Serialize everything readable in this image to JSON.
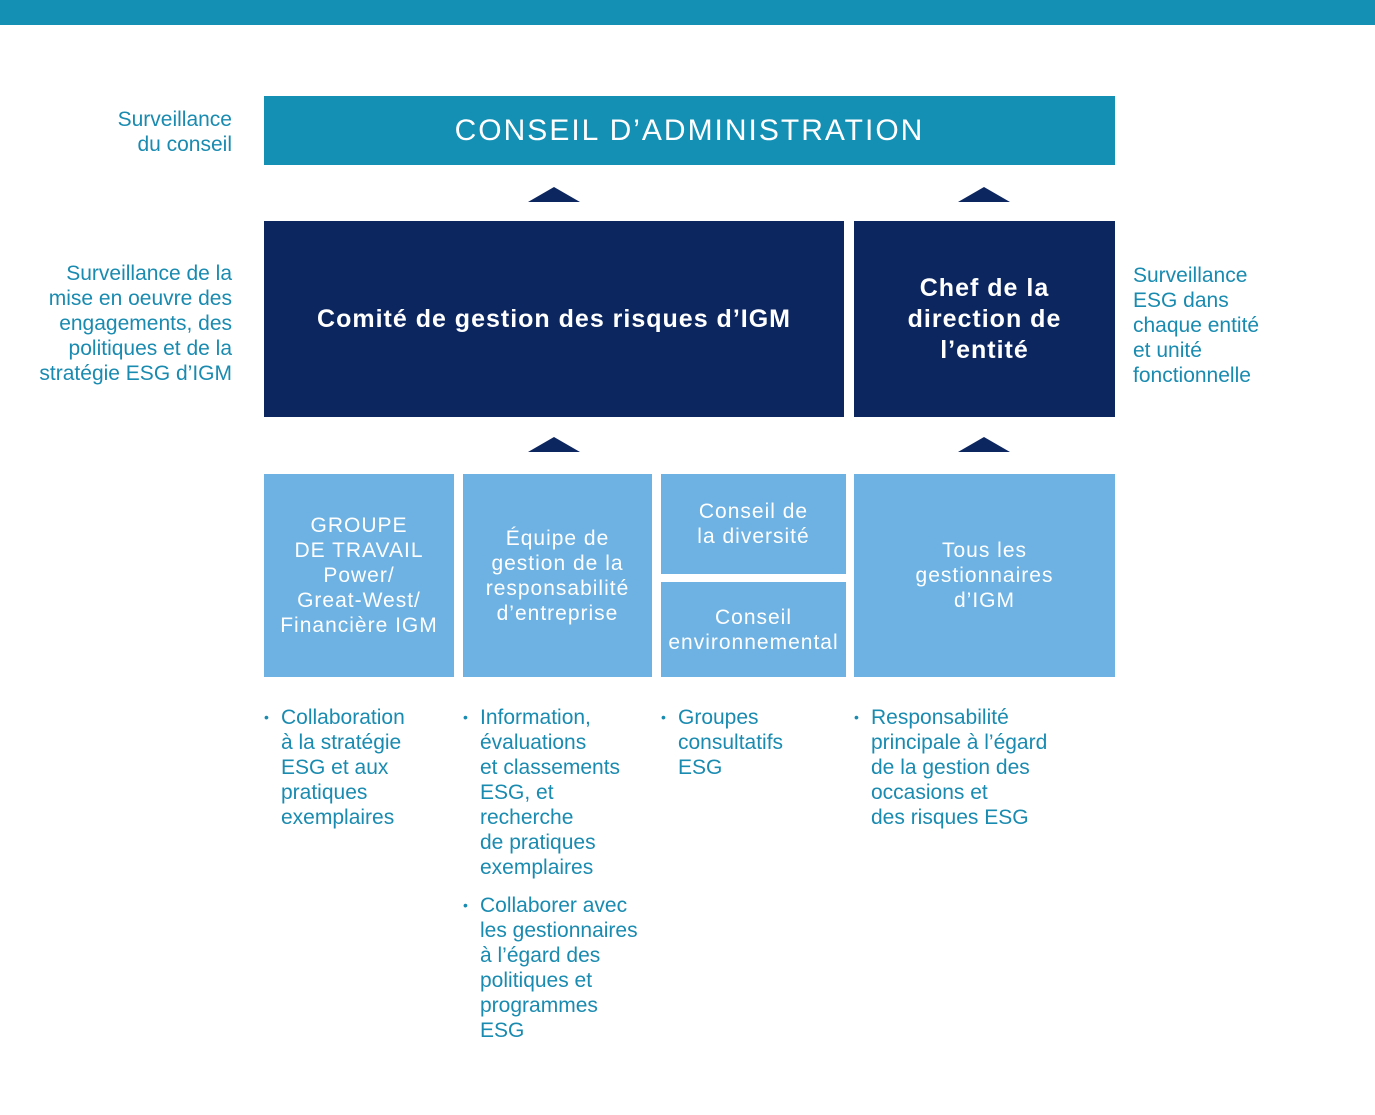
{
  "side_labels": {
    "board_oversight": "Surveillance\ndu conseil",
    "implementation_oversight": "Surveillance de la\nmise en oeuvre des\nengagements, des\npolitiques et de la\nstratégie ESG d’IGM",
    "entity_oversight": "Surveillance\nESG dans\nchaque entité\net unité\nfonctionnelle"
  },
  "board": {
    "title": "CONSEIL D’ADMINISTRATION"
  },
  "committees": {
    "risk_committee": "Comité de gestion des risques d’IGM",
    "entity_ceo": "Chef de la\ndirection de\nl’entité"
  },
  "groups": {
    "working_group": "GROUPE\nDE TRAVAIL\nPower/\nGreat-West/\nFinancière IGM",
    "responsibility_team": "Équipe de\ngestion de la\nresponsabilité\nd’entreprise",
    "diversity_council": "Conseil de\nla diversité",
    "environmental_council": "Conseil\nenvironnemental",
    "all_managers": "Tous les\ngestionnaires\nd’IGM"
  },
  "bullets": {
    "working_group": [
      "Collaboration\nà la stratégie\nESG et aux\npratiques\nexemplaires"
    ],
    "responsibility_team": [
      "Information,\névaluations\net classements\nESG, et\nrecherche\nde pratiques\nexemplaires",
      "Collaborer avec\nles gestionnaires\nà l’égard des\npolitiques et\nprogrammes\nESG"
    ],
    "councils": [
      "Groupes\nconsultatifs\nESG"
    ],
    "all_managers": [
      "Responsabilité\nprincipale à l’égard\nde la gestion des\noccasions et\ndes risques ESG"
    ]
  },
  "bullet_symbol": "•",
  "colors": {
    "teal": "#1590b5",
    "navy": "#0c2660",
    "light_blue": "#6db2e3",
    "text_teal": "#1a8bb0"
  }
}
